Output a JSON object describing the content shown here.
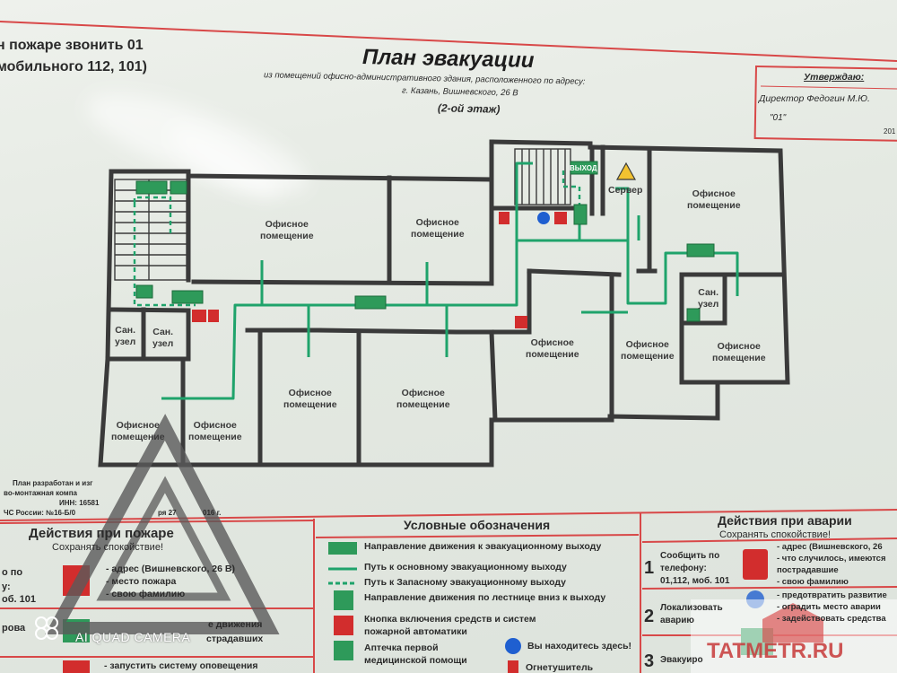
{
  "header": {
    "fire_call_line1": "н пожаре звонить 01",
    "fire_call_line2": "мобильного 112, 101)",
    "title": "План эвакуации",
    "subtitle_line1": "из помещений офисно-административного здания, расположенного по адресу:",
    "subtitle_line2": "г. Казань, Вишневского, 26 В",
    "floor": "(2-ой этаж)"
  },
  "approval": {
    "label": "Утверждаю:",
    "director": "Директор Федогин М.Ю.",
    "date_mark": "\"01\"",
    "year_fragment": "201"
  },
  "rooms": {
    "office": "Офисное",
    "office2": "помещение",
    "san": "Сан.",
    "san2": "узел",
    "server": "Сервер",
    "exit": "ВЫХОД"
  },
  "developer_note": {
    "line1": "План разработан и изг",
    "line2": "во-монтажная компа",
    "line3": "ИНН: 16581",
    "line4": "ЧС России: №16-Б/0",
    "line5": "ря 27",
    "line6": "016 г."
  },
  "fire_actions": {
    "title": "Действия при пожаре",
    "subtitle": "Сохранять спокойствие!",
    "call_label1": "о по",
    "call_label2": "у:",
    "call_number": "об. 101",
    "items": [
      "- адрес (Вишневского, 26 В)",
      "- место пожара",
      "- свою фамилию"
    ],
    "item_evac1": "е движения",
    "item_evac2": "страдавших",
    "row_label": "рова",
    "item_alert": "- запустить систему оповещения"
  },
  "legend": {
    "title": "Условные обозначения",
    "items": [
      "Направление движения к эвакуационному выходу",
      "Путь к основному эвакуационному выходу",
      "Путь к Запасному эвакуационному выходу",
      "Направление движения по лестнице вниз к выходу",
      "Кнопка включения средств и систем",
      "пожарной автоматики",
      "Аптечка первой",
      "медицинской помощи"
    ],
    "you_are_here": "Вы находитесь здесь!",
    "extinguisher": "Огнетушитель"
  },
  "accident_actions": {
    "title": "Действия при аварии",
    "subtitle": "Сохранять спокойствие!",
    "step1_num": "1",
    "step1_text": [
      "Сообщить по",
      "телефону:",
      "01,112, моб. 101"
    ],
    "step1_items": [
      "- адрес (Вишневского, 26",
      "- что случилось, имеются",
      "пострадавшие",
      "- свою фамилию"
    ],
    "step2_num": "2",
    "step2_text": [
      "Локализовать",
      "аварию"
    ],
    "step2_items": [
      "- предотвратить развитие",
      "- оградить место аварии",
      "- задействовать средства"
    ],
    "step3_num": "3",
    "step3_text": "Эвакуиро"
  },
  "watermarks": {
    "camera": "AI QUAD CAMERA",
    "site": "TATMETR.RU"
  },
  "colors": {
    "wall": "#3a3a3a",
    "path_green": "#1fa36b",
    "sign_green": "#2e9a5a",
    "red": "#d22d2d",
    "border_red": "#d84848"
  }
}
